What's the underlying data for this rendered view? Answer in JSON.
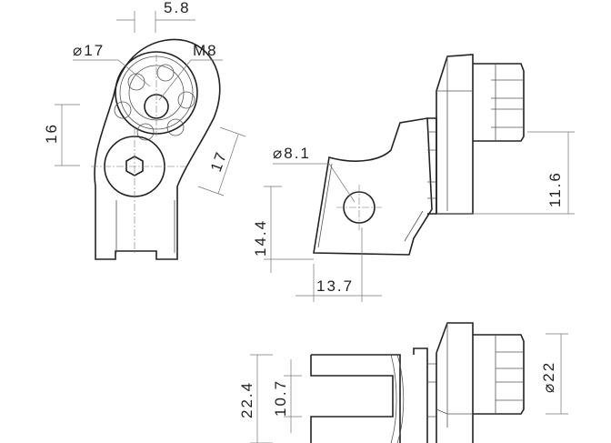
{
  "drawing": {
    "front_view": {
      "dim_offset": "5.8",
      "dim_boss_diameter": "⌀17",
      "thread": "M8",
      "dim_vertical": "16",
      "dim_diagonal": "17"
    },
    "side_view": {
      "dim_hole_diameter": "⌀8.1",
      "dim_height": "14.4",
      "dim_width": "13.7",
      "dim_offset": "11.6"
    },
    "bottom_view": {
      "dim_outer": "22.4",
      "dim_slot": "10.7",
      "dim_diameter": "⌀22"
    }
  }
}
